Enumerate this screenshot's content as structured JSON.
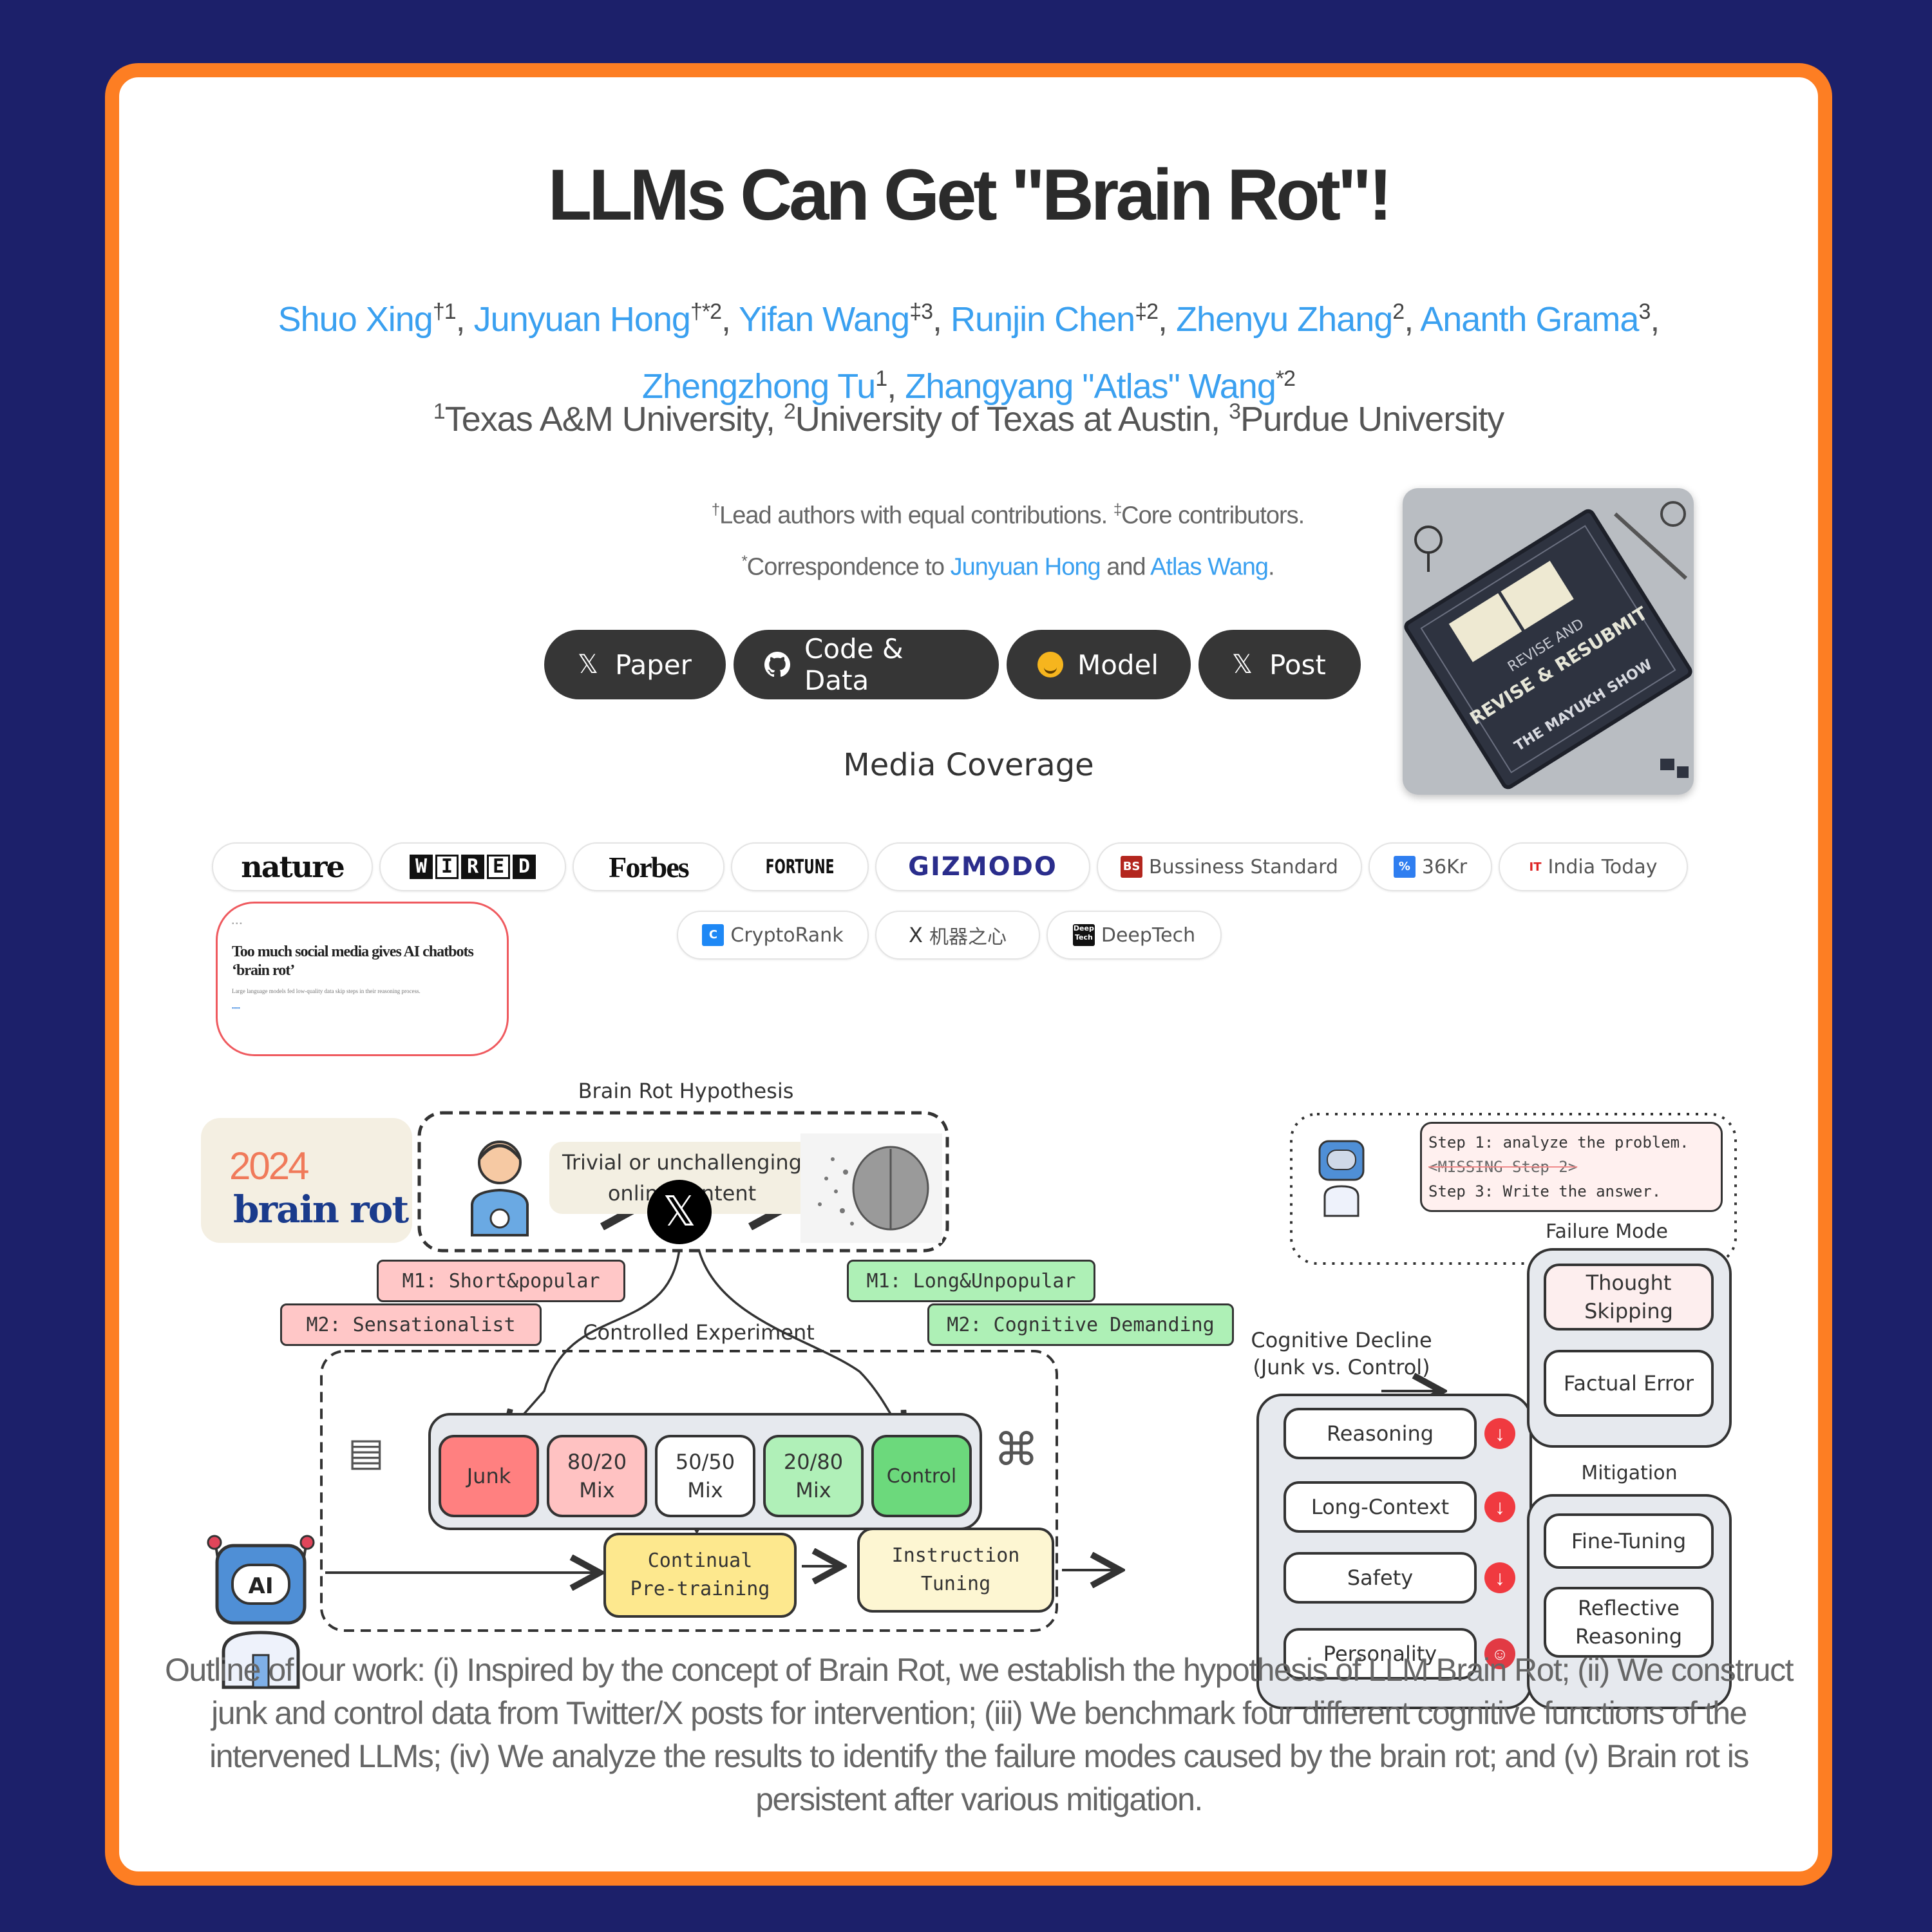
{
  "colors": {
    "background": "#1c206a",
    "frame": "#fd7e23",
    "link": "#3aa0f0",
    "button": "#363636",
    "junk": "#ff8080",
    "control": "#6cd97c"
  },
  "header": {
    "title": "LLMs Can Get \"Brain Rot\"!",
    "authors": [
      {
        "name": "Shuo Xing",
        "sup": "†1"
      },
      {
        "name": "Junyuan Hong",
        "sup": "†*2"
      },
      {
        "name": "Yifan Wang",
        "sup": "‡3"
      },
      {
        "name": "Runjin Chen",
        "sup": "‡2"
      },
      {
        "name": "Zhenyu Zhang",
        "sup": "2"
      },
      {
        "name": "Ananth Grama",
        "sup": "3"
      },
      {
        "name": "Zhengzhong Tu",
        "sup": "1"
      },
      {
        "name": "Zhangyang \"Atlas\" Wang",
        "sup": "*2"
      }
    ],
    "affiliations": [
      {
        "sup": "1",
        "name": "Texas A&M University"
      },
      {
        "sup": "2",
        "name": "University of Texas at Austin"
      },
      {
        "sup": "3",
        "name": "Purdue University"
      }
    ],
    "note_lead": "Lead authors with equal contributions.",
    "note_lead_sym": "†",
    "note_core": "Core contributors.",
    "note_core_sym": "‡",
    "corr_prefix": "Correspondence to",
    "corr_sym": "*",
    "corr_name1": "Junyuan Hong",
    "corr_and": "and",
    "corr_name2": "Atlas Wang",
    "corr_end": "."
  },
  "buttons": [
    {
      "label": "Paper",
      "icon": "arxiv-icon"
    },
    {
      "label": "Code & Data",
      "icon": "github-icon"
    },
    {
      "label": "Model",
      "icon": "huggingface-icon"
    },
    {
      "label": "Post",
      "icon": "x-icon"
    }
  ],
  "podcast": {
    "line1": "REVISE AND",
    "line2": "REVISE & RESUBMIT",
    "line3": "THE MAYUKH SHOW"
  },
  "media": {
    "title": "Media Coverage",
    "outlets": [
      "nature",
      "WIRED",
      "Forbes",
      "FORTUNE",
      "GIZMODO",
      "Bussiness Standard",
      "36Kr",
      "India Today",
      "CryptoRank",
      "机器之心",
      "DeepTech"
    ],
    "featured": {
      "headline": "Too much social media gives AI chatbots ‘brain rot’",
      "subhead": "Large language models fed low-quality data skip steps in their reasoning process."
    }
  },
  "diagram": {
    "brainrot_badge": {
      "year": "2024",
      "word": "brain rot"
    },
    "hypothesis_title": "Brain Rot Hypothesis",
    "hypothesis_content": "Trivial or unchallenging online content",
    "junk_metrics": [
      "M1: Short&popular",
      "M2: Sensationalist"
    ],
    "control_metrics": [
      "M1: Long&Unpopular",
      "M2: Cognitive Demanding"
    ],
    "experiment_title": "Controlled Experiment",
    "mixes": [
      {
        "label": "Junk",
        "color": "#ff8080"
      },
      {
        "label": "80/20 Mix",
        "color": "#ffc2c2"
      },
      {
        "label": "50/50 Mix",
        "color": "#ffffff"
      },
      {
        "label": "20/80 Mix",
        "color": "#b0f0b8"
      },
      {
        "label": "Control",
        "color": "#6cd97c"
      }
    ],
    "stages": [
      "Continual Pre-training",
      "Instruction Tuning"
    ],
    "decline_title": "Cognitive Decline (Junk vs. Control)",
    "decline_items": [
      "Reasoning",
      "Long-Context",
      "Safety",
      "Personality"
    ],
    "failure_title": "Failure Mode",
    "failure_items": [
      "Thought Skipping",
      "Factual Error"
    ],
    "mitigation_title": "Mitigation",
    "mitigation_items": [
      "Fine-Tuning",
      "Reflective Reasoning"
    ],
    "speech": [
      "Step 1: analyze the problem.",
      "<MISSING Step 2>",
      "Step 3: Write the answer."
    ],
    "ai_label": "AI"
  },
  "caption": "Outline of our work: (i) Inspired by the concept of Brain Rot, we establish the hypothesis of LLM Brain Rot; (ii) We construct junk and control data from Twitter/X posts for intervention; (iii) We benchmark four different cognitive functions of the intervened LLMs; (iv) We analyze the results to identify the failure modes caused by the brain rot; and (v) Brain rot is persistent after various mitigation."
}
